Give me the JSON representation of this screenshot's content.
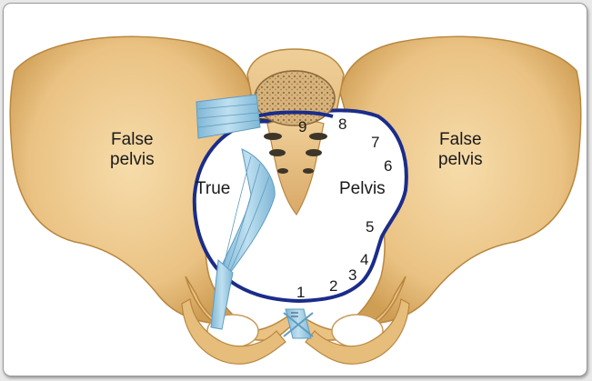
{
  "labels": {
    "false_pelvis_left": {
      "line1": "False",
      "line2": "pelvis"
    },
    "false_pelvis_right": {
      "line1": "False",
      "line2": "pelvis"
    },
    "true_label": "True",
    "pelvis_label": "Pelvis"
  },
  "markers": [
    "1",
    "2",
    "3",
    "4",
    "5",
    "6",
    "7",
    "8",
    "9"
  ],
  "colors": {
    "bone": "#f0cf96",
    "bone_shadow": "#d9ab62",
    "bone_outline": "#b8873f",
    "ligament": "#9ccbe3",
    "ligament_dark": "#5e9cc0",
    "brim_line": "#1b2c8a",
    "cavity": "#ffffff",
    "frame_border": "#9a9a9a"
  }
}
